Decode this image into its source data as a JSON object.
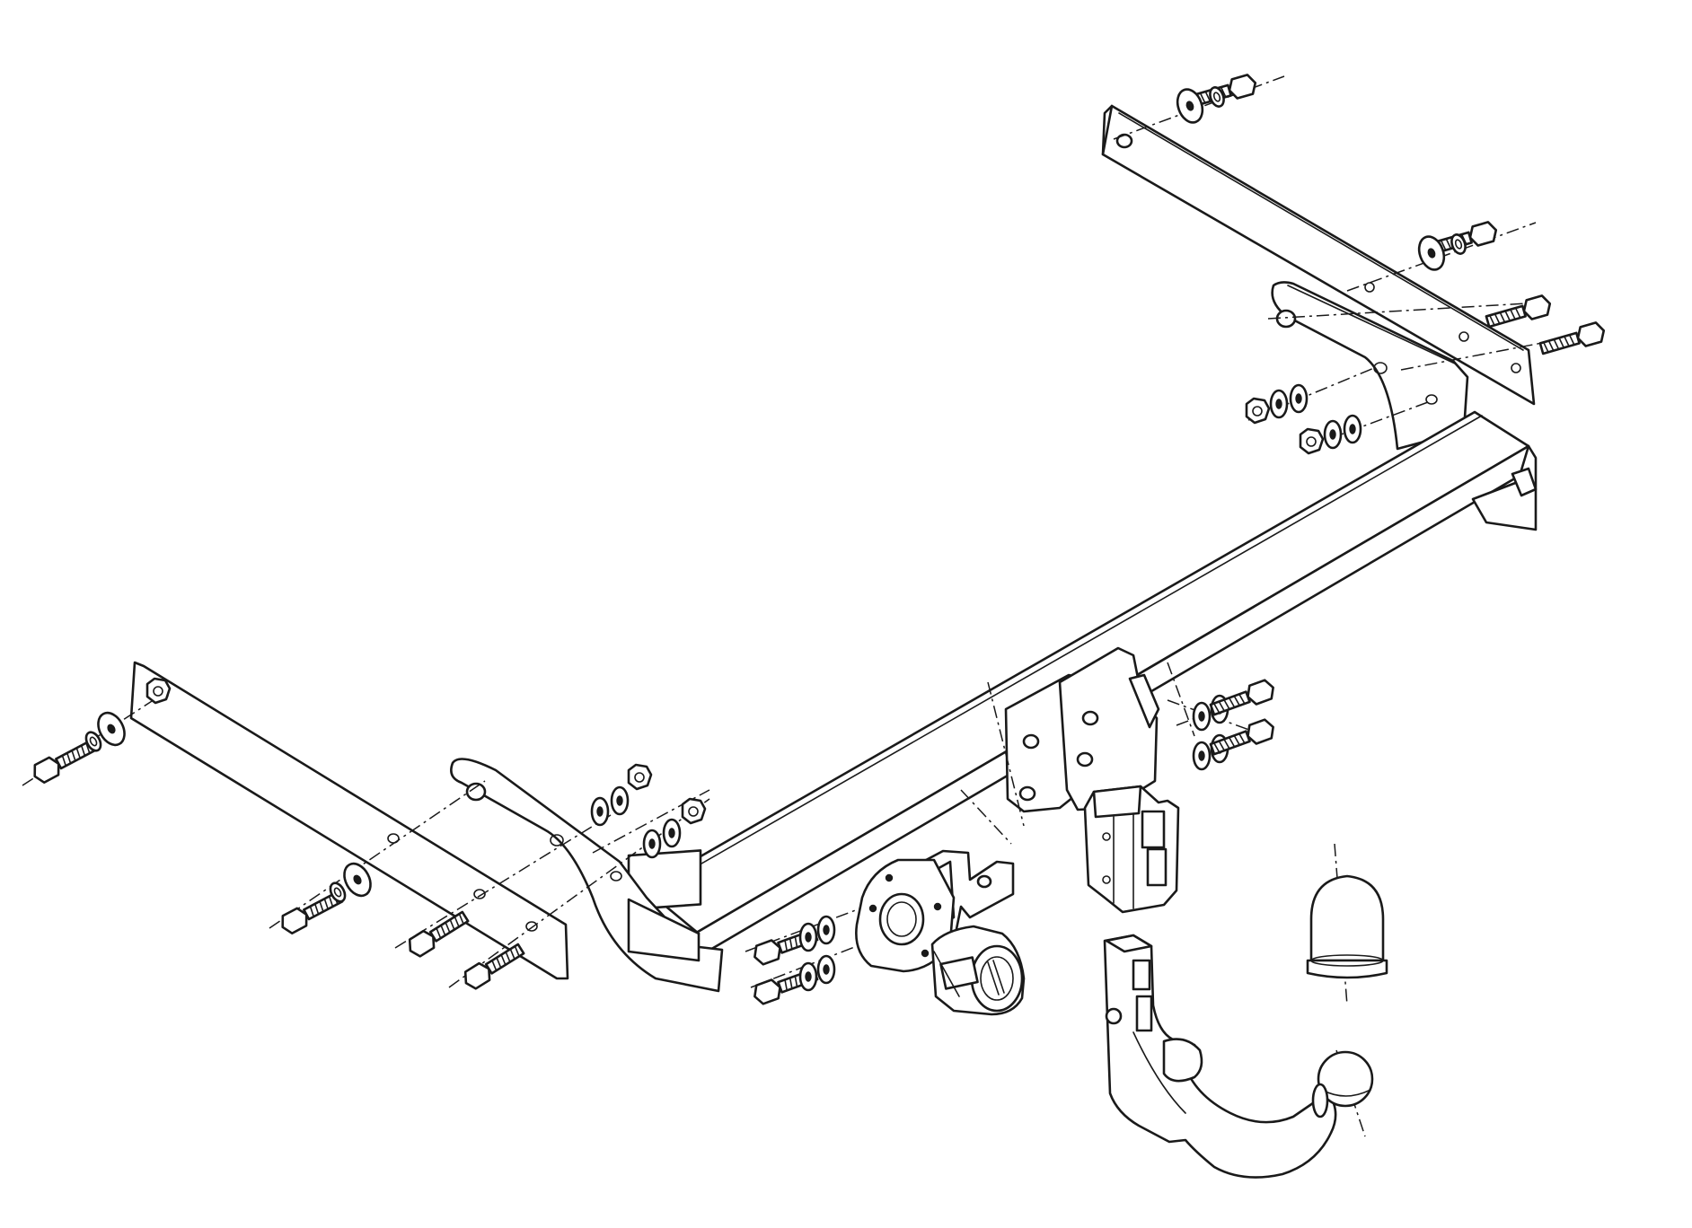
{
  "diagram": {
    "description_visible_text": [],
    "colors": {
      "line": "#1a1a1a",
      "background": "#ffffff"
    },
    "fastener_sets": [
      {
        "name": "bolt-upper-right-1"
      },
      {
        "name": "bolt-upper-right-2"
      },
      {
        "name": "bolt-upper-right-3"
      },
      {
        "name": "bolt-upper-right-4"
      },
      {
        "name": "bolt-left-1"
      },
      {
        "name": "bolt-left-2"
      },
      {
        "name": "bolt-left-3"
      },
      {
        "name": "bolt-left-4"
      },
      {
        "name": "bolt-center-1"
      },
      {
        "name": "bolt-center-2"
      },
      {
        "name": "bolt-socket-1"
      },
      {
        "name": "bolt-socket-2"
      }
    ]
  }
}
